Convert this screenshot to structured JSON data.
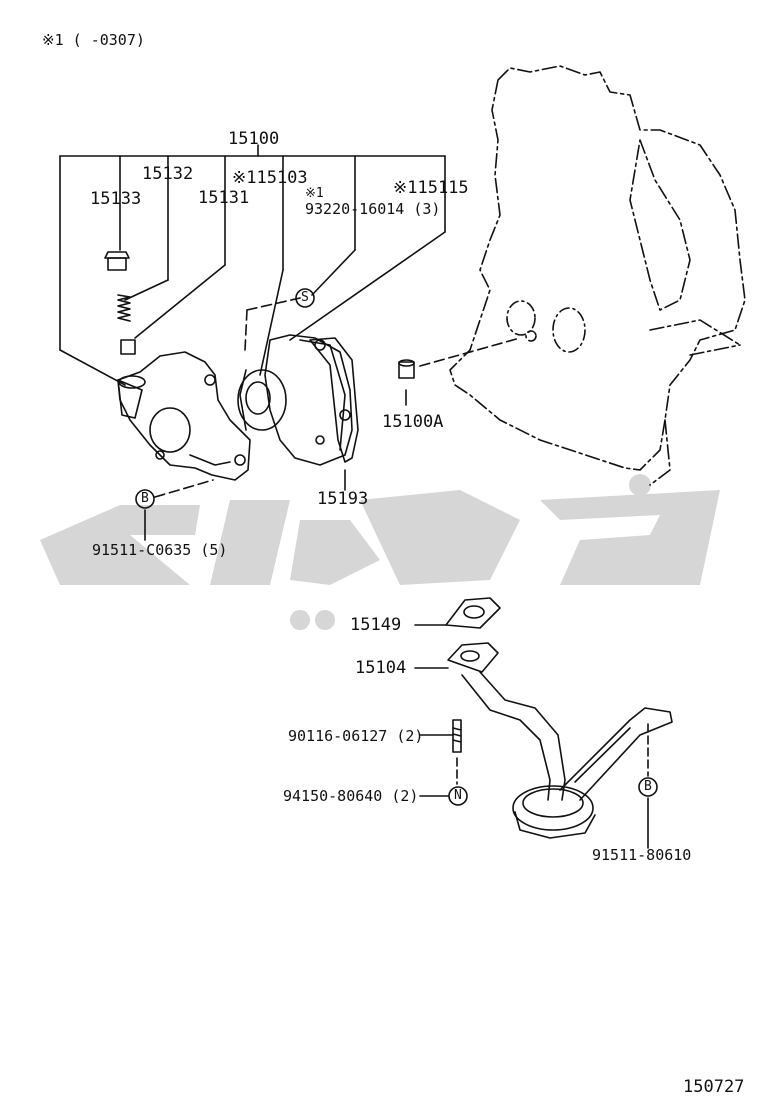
{
  "diagram": {
    "note": "※1 (      -0307)",
    "figure_number": "150727",
    "watermark_text": "تويوتا",
    "callouts": {
      "assembly": "15100",
      "c15132": "15132",
      "c15133": "15133",
      "c15131": "15131",
      "c15103": "※115103",
      "c93220_mark": "※1",
      "c93220": "93220-16014 (3)",
      "c15115": "※115115",
      "c15100a": "15100A",
      "c15193": "15193",
      "c91511a": "91511-C0635 (5)",
      "c15149": "15149",
      "c15104": "15104",
      "c90116": "90116-06127 (2)",
      "c94150": "94150-80640 (2)",
      "c91511b": "91511-80610"
    },
    "symbols": {
      "s": "S",
      "b": "B",
      "n": "N"
    }
  }
}
